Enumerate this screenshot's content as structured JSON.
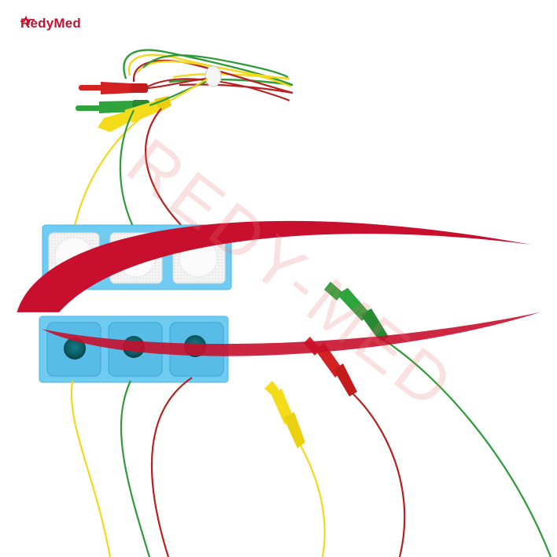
{
  "logo": {
    "word_left": "Redy",
    "word_right": "Med",
    "brand_color": "#c8102e"
  },
  "watermark": {
    "text": "REDY-MED"
  },
  "colors": {
    "background": "#ffffff",
    "pad_blue": "#5cc3ee",
    "wire_yellow": "#f2d81c",
    "wire_green": "#2f9a3a",
    "wire_red": "#b81f1f",
    "plug_yellow": "#f5dc1a",
    "plug_green": "#2fa33c",
    "plug_red": "#d42222",
    "electrode_foam": "#f3f3f3",
    "electrode_gel": "#0b5a63"
  }
}
